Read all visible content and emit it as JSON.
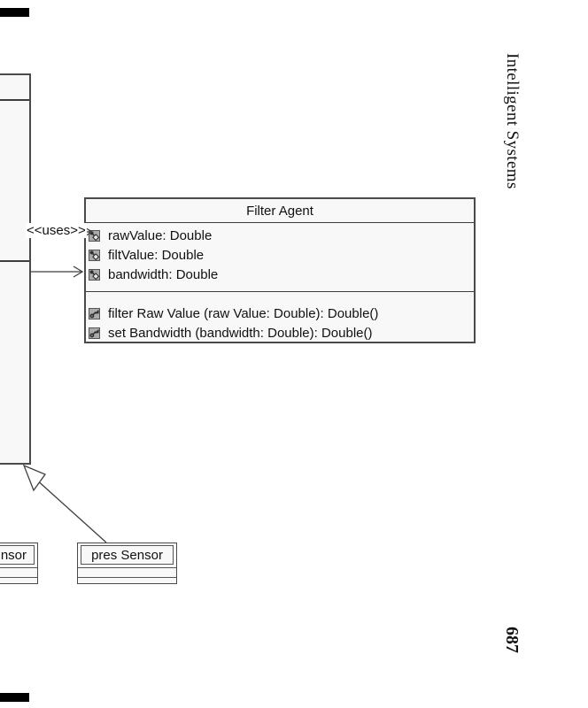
{
  "page": {
    "running_header": "Intelligent Systems",
    "page_number": "687"
  },
  "diagram": {
    "stereotype_label": "<<uses>>",
    "filter_agent_class": {
      "title": "Filter Agent",
      "attributes": [
        "rawValue: Double",
        "filtValue: Double",
        "bandwidth: Double"
      ],
      "operations": [
        "filter Raw Value (raw Value: Double): Double()",
        "set Bandwidth (bandwidth: Double): Double()"
      ]
    },
    "partial_left_class": {
      "title": ""
    },
    "partial_sensor_class": {
      "title": "nsor"
    },
    "pres_sensor_class": {
      "title": "pres Sensor"
    },
    "icons": {
      "attribute_icon": "key-diamond",
      "operation_icon": "key-flag"
    }
  },
  "colors": {
    "box_fill": "#f8f8f8",
    "box_border": "#4a4a4a",
    "line": "#3f3f3f",
    "icon_bg": "#ababab",
    "icon_glyph": "#2f2f2f",
    "edge_tab": "#000000",
    "text": "#111111"
  }
}
